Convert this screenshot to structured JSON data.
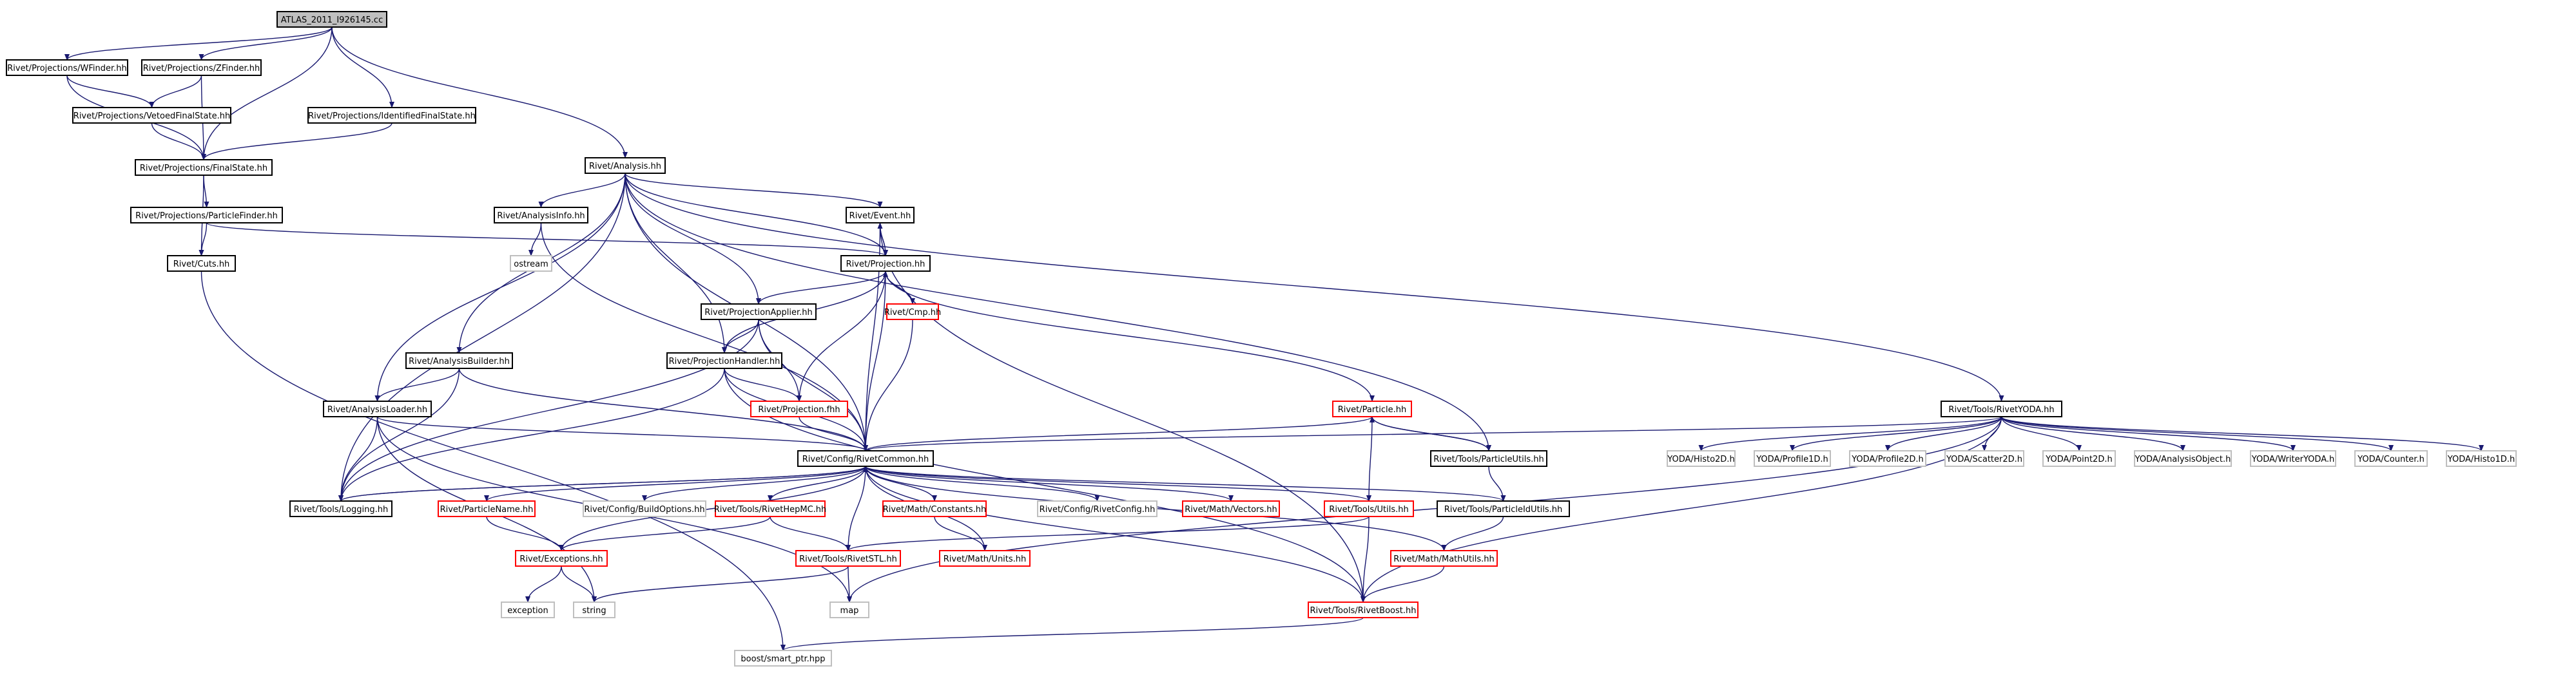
{
  "colors": {
    "edge": "#191970",
    "node_border": "#000000",
    "root_fill": "#bfbfbf",
    "missing_border": "#bfbfbf",
    "missing_text": "#555555",
    "truncated_border": "#ff0000"
  },
  "nodes": [
    {
      "id": "root",
      "label": "ATLAS_2011_I926145.cc",
      "style": "root"
    },
    {
      "id": "wfinder",
      "label": "Rivet/Projections/WFinder.hh",
      "style": "normal"
    },
    {
      "id": "zfinder",
      "label": "Rivet/Projections/ZFinder.hh",
      "style": "normal"
    },
    {
      "id": "vetoed",
      "label": "Rivet/Projections/VetoedFinalState.hh",
      "style": "normal"
    },
    {
      "id": "identified",
      "label": "Rivet/Projections/IdentifiedFinalState.hh",
      "style": "normal"
    },
    {
      "id": "finalstate",
      "label": "Rivet/Projections/FinalState.hh",
      "style": "normal"
    },
    {
      "id": "analysis",
      "label": "Rivet/Analysis.hh",
      "style": "normal"
    },
    {
      "id": "particlefinder",
      "label": "Rivet/Projections/ParticleFinder.hh",
      "style": "normal"
    },
    {
      "id": "analysisinfo",
      "label": "Rivet/AnalysisInfo.hh",
      "style": "normal"
    },
    {
      "id": "event",
      "label": "Rivet/Event.hh",
      "style": "normal"
    },
    {
      "id": "cuts",
      "label": "Rivet/Cuts.hh",
      "style": "normal"
    },
    {
      "id": "ostream",
      "label": "ostream",
      "style": "missing"
    },
    {
      "id": "projection",
      "label": "Rivet/Projection.hh",
      "style": "normal"
    },
    {
      "id": "projapplier",
      "label": "Rivet/ProjectionApplier.hh",
      "style": "normal"
    },
    {
      "id": "cmp",
      "label": "Rivet/Cmp.hh",
      "style": "truncated"
    },
    {
      "id": "analysisbuilder",
      "label": "Rivet/AnalysisBuilder.hh",
      "style": "normal"
    },
    {
      "id": "projhandler",
      "label": "Rivet/ProjectionHandler.hh",
      "style": "normal"
    },
    {
      "id": "analysisloader",
      "label": "Rivet/AnalysisLoader.hh",
      "style": "normal"
    },
    {
      "id": "projectionfhh",
      "label": "Rivet/Projection.fhh",
      "style": "truncated"
    },
    {
      "id": "particle",
      "label": "Rivet/Particle.hh",
      "style": "truncated"
    },
    {
      "id": "rivetyoda",
      "label": "Rivet/Tools/RivetYODA.hh",
      "style": "normal"
    },
    {
      "id": "rivetcommon",
      "label": "Rivet/Config/RivetCommon.hh",
      "style": "normal"
    },
    {
      "id": "particleutils",
      "label": "Rivet/Tools/ParticleUtils.hh",
      "style": "normal"
    },
    {
      "id": "histo2d",
      "label": "YODA/Histo2D.h",
      "style": "missing"
    },
    {
      "id": "profile1d",
      "label": "YODA/Profile1D.h",
      "style": "missing"
    },
    {
      "id": "profile2d",
      "label": "YODA/Profile2D.h",
      "style": "missing"
    },
    {
      "id": "scatter2d",
      "label": "YODA/Scatter2D.h",
      "style": "missing"
    },
    {
      "id": "point2d",
      "label": "YODA/Point2D.h",
      "style": "missing"
    },
    {
      "id": "analysisobject",
      "label": "YODA/AnalysisObject.h",
      "style": "missing"
    },
    {
      "id": "writeryoda",
      "label": "YODA/WriterYODA.h",
      "style": "missing"
    },
    {
      "id": "counter",
      "label": "YODA/Counter.h",
      "style": "missing"
    },
    {
      "id": "histo1d",
      "label": "YODA/Histo1D.h",
      "style": "missing"
    },
    {
      "id": "logging",
      "label": "Rivet/Tools/Logging.hh",
      "style": "normal"
    },
    {
      "id": "particlename",
      "label": "Rivet/ParticleName.hh",
      "style": "truncated"
    },
    {
      "id": "buildoptions",
      "label": "Rivet/Config/BuildOptions.hh",
      "style": "missing"
    },
    {
      "id": "rivethepmc",
      "label": "Rivet/Tools/RivetHepMC.hh",
      "style": "truncated"
    },
    {
      "id": "constants",
      "label": "Rivet/Math/Constants.hh",
      "style": "truncated"
    },
    {
      "id": "rivetconfig",
      "label": "Rivet/Config/RivetConfig.hh",
      "style": "missing"
    },
    {
      "id": "vectors",
      "label": "Rivet/Math/Vectors.hh",
      "style": "truncated"
    },
    {
      "id": "utils",
      "label": "Rivet/Tools/Utils.hh",
      "style": "truncated"
    },
    {
      "id": "particleidutils",
      "label": "Rivet/Tools/ParticleIdUtils.hh",
      "style": "normal"
    },
    {
      "id": "exceptions",
      "label": "Rivet/Exceptions.hh",
      "style": "truncated"
    },
    {
      "id": "rivetstl",
      "label": "Rivet/Tools/RivetSTL.hh",
      "style": "truncated"
    },
    {
      "id": "units",
      "label": "Rivet/Math/Units.hh",
      "style": "truncated"
    },
    {
      "id": "mathutils",
      "label": "Rivet/Math/MathUtils.hh",
      "style": "truncated"
    },
    {
      "id": "exception",
      "label": "exception",
      "style": "missing"
    },
    {
      "id": "string",
      "label": "string",
      "style": "missing"
    },
    {
      "id": "map",
      "label": "map",
      "style": "missing"
    },
    {
      "id": "rivetboost",
      "label": "Rivet/Tools/RivetBoost.hh",
      "style": "truncated"
    },
    {
      "id": "smartptr",
      "label": "boost/smart_ptr.hpp",
      "style": "missing"
    }
  ],
  "edges": [
    [
      "root",
      "wfinder"
    ],
    [
      "root",
      "zfinder"
    ],
    [
      "root",
      "finalstate"
    ],
    [
      "root",
      "identified"
    ],
    [
      "root",
      "analysis"
    ],
    [
      "wfinder",
      "vetoed"
    ],
    [
      "wfinder",
      "finalstate"
    ],
    [
      "zfinder",
      "vetoed"
    ],
    [
      "zfinder",
      "finalstate"
    ],
    [
      "vetoed",
      "finalstate"
    ],
    [
      "identified",
      "finalstate"
    ],
    [
      "finalstate",
      "particlefinder"
    ],
    [
      "finalstate",
      "cuts"
    ],
    [
      "particlefinder",
      "cuts"
    ],
    [
      "particlefinder",
      "projection"
    ],
    [
      "cuts",
      "smartptr"
    ],
    [
      "analysis",
      "analysisinfo"
    ],
    [
      "analysis",
      "event"
    ],
    [
      "analysis",
      "projection"
    ],
    [
      "analysis",
      "projapplier"
    ],
    [
      "analysis",
      "projhandler"
    ],
    [
      "analysis",
      "analysisbuilder"
    ],
    [
      "analysis",
      "analysisloader"
    ],
    [
      "analysis",
      "rivetcommon"
    ],
    [
      "analysis",
      "logging"
    ],
    [
      "analysis",
      "rivetyoda"
    ],
    [
      "analysis",
      "particleutils"
    ],
    [
      "analysisinfo",
      "ostream"
    ],
    [
      "analysisinfo",
      "rivetcommon"
    ],
    [
      "event",
      "projection"
    ],
    [
      "event",
      "rivetcommon"
    ],
    [
      "event",
      "rivetboost"
    ],
    [
      "projection",
      "event"
    ],
    [
      "projection",
      "projapplier"
    ],
    [
      "projection",
      "cmp"
    ],
    [
      "projection",
      "projectionfhh"
    ],
    [
      "projection",
      "rivetcommon"
    ],
    [
      "projection",
      "particle"
    ],
    [
      "projection",
      "projhandler"
    ],
    [
      "cmp",
      "projection"
    ],
    [
      "cmp",
      "rivetcommon"
    ],
    [
      "projapplier",
      "projhandler"
    ],
    [
      "projapplier",
      "projectionfhh"
    ],
    [
      "projapplier",
      "rivetcommon"
    ],
    [
      "projapplier",
      "logging"
    ],
    [
      "analysisbuilder",
      "analysisloader"
    ],
    [
      "analysisbuilder",
      "rivetcommon"
    ],
    [
      "analysisbuilder",
      "logging"
    ],
    [
      "projhandler",
      "projectionfhh"
    ],
    [
      "projhandler",
      "rivetcommon"
    ],
    [
      "projhandler",
      "logging"
    ],
    [
      "projhandler",
      "rivetboost"
    ],
    [
      "analysisloader",
      "rivetcommon"
    ],
    [
      "analysisloader",
      "string"
    ],
    [
      "analysisloader",
      "map"
    ],
    [
      "analysisloader",
      "logging"
    ],
    [
      "projectionfhh",
      "rivetcommon"
    ],
    [
      "particle",
      "rivetcommon"
    ],
    [
      "particle",
      "particleutils"
    ],
    [
      "particle",
      "utils"
    ],
    [
      "particleutils",
      "particle"
    ],
    [
      "particleutils",
      "particleidutils"
    ],
    [
      "rivetyoda",
      "rivetcommon"
    ],
    [
      "rivetyoda",
      "histo2d"
    ],
    [
      "rivetyoda",
      "profile1d"
    ],
    [
      "rivetyoda",
      "profile2d"
    ],
    [
      "rivetyoda",
      "scatter2d"
    ],
    [
      "rivetyoda",
      "point2d"
    ],
    [
      "rivetyoda",
      "analysisobject"
    ],
    [
      "rivetyoda",
      "writeryoda"
    ],
    [
      "rivetyoda",
      "counter"
    ],
    [
      "rivetyoda",
      "histo1d"
    ],
    [
      "rivetyoda",
      "map"
    ],
    [
      "rivetyoda",
      "rivetboost"
    ],
    [
      "rivetcommon",
      "logging"
    ],
    [
      "rivetcommon",
      "particlename"
    ],
    [
      "rivetcommon",
      "buildoptions"
    ],
    [
      "rivetcommon",
      "rivethepmc"
    ],
    [
      "rivetcommon",
      "constants"
    ],
    [
      "rivetcommon",
      "rivetconfig"
    ],
    [
      "rivetcommon",
      "vectors"
    ],
    [
      "rivetcommon",
      "utils"
    ],
    [
      "rivetcommon",
      "particleidutils"
    ],
    [
      "rivetcommon",
      "exceptions"
    ],
    [
      "rivetcommon",
      "rivetstl"
    ],
    [
      "rivetcommon",
      "units"
    ],
    [
      "rivetcommon",
      "mathutils"
    ],
    [
      "rivetcommon",
      "rivetboost"
    ],
    [
      "logging",
      "rivetcommon"
    ],
    [
      "particlename",
      "exceptions"
    ],
    [
      "rivethepmc",
      "rivetstl"
    ],
    [
      "rivethepmc",
      "exceptions"
    ],
    [
      "constants",
      "units"
    ],
    [
      "utils",
      "rivetstl"
    ],
    [
      "utils",
      "rivetboost"
    ],
    [
      "particleidutils",
      "mathutils"
    ],
    [
      "exceptions",
      "exception"
    ],
    [
      "exceptions",
      "string"
    ],
    [
      "rivetstl",
      "string"
    ],
    [
      "rivetstl",
      "map"
    ],
    [
      "mathutils",
      "rivetboost"
    ],
    [
      "rivetboost",
      "smartptr"
    ]
  ]
}
